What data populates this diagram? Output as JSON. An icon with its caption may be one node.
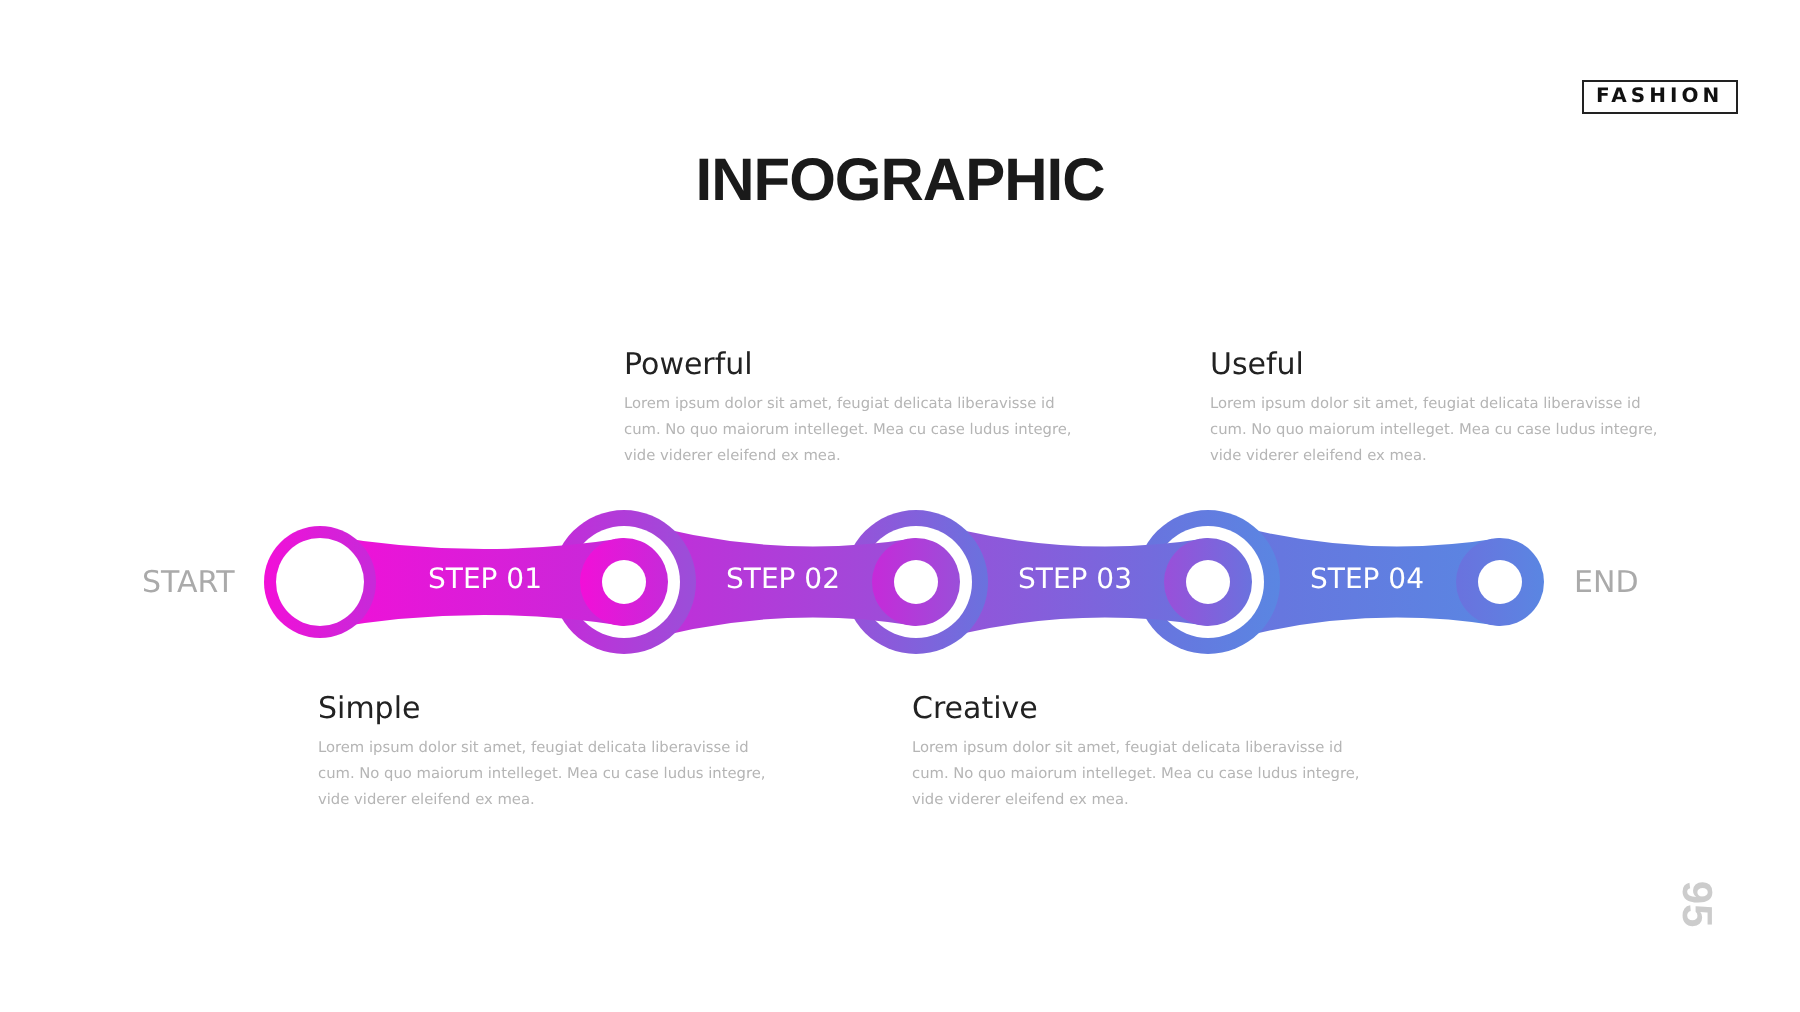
{
  "diagram": {
    "title": "INFOGRAPHIC",
    "nodes": [
      {
        "text": [
          "FASHION"
        ]
      },
      {
        "text": [
          "STEP 01"
        ],
        "beside": [
          "Simple",
          "Lorem ipsum dolor sit amet, feugiat delicata liberavisse id cum. No quo maiorum intelleget. Mea cu case ludus integre, vide viderer eleifend ex mea."
        ]
      },
      {
        "text": [
          "STEP 02"
        ],
        "beside": [
          "Powerful",
          "Lorem ipsum dolor sit amet, feugiat delicata liberavisse id cum. No quo maiorum intelleget. Mea cu case ludus integre, vide viderer eleifend ex mea."
        ]
      },
      {
        "text": [
          "STEP 03"
        ],
        "beside": [
          "Creative",
          "Lorem ipsum dolor sit amet, feugiat delicata liberavisse id cum. No quo maiorum intelleget. Mea cu case ludus integre, vide viderer eleifend ex mea."
        ]
      },
      {
        "text": [
          "STEP 04"
        ],
        "beside": [
          "Useful",
          "Lorem ipsum dolor sit amet, feugiat delicata liberavisse id cum. No quo maiorum intelleget. Mea cu case ludus integre, vide viderer eleifend ex mea."
        ]
      }
    ],
    "labels": [
      "START",
      "END",
      "95"
    ]
  }
}
